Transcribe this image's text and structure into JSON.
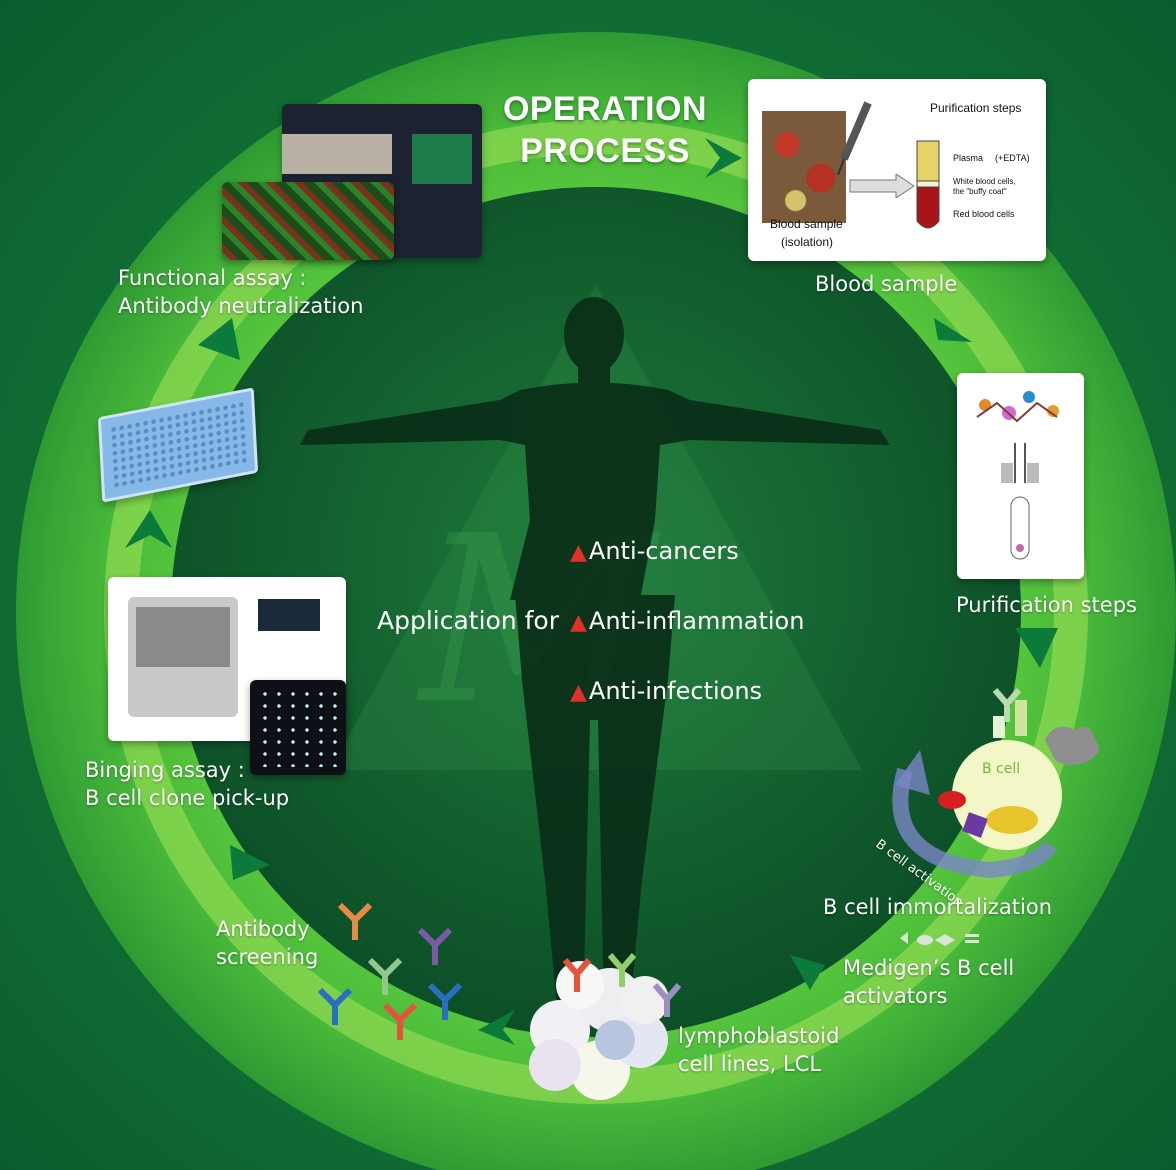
{
  "title": {
    "line1": "OPERATION",
    "line2": "PROCESS"
  },
  "steps": {
    "blood_sample": "Blood sample",
    "purification": "Purification steps",
    "immortalization": "B cell immortalization",
    "activators_line1": "Medigen’s B cell",
    "activators_line2": "activators",
    "lcl_line1": "lymphoblastoid",
    "lcl_line2": "cell lines, LCL",
    "screening_line1": "Antibody",
    "screening_line2": "screening",
    "binding_line1": "Binging assay :",
    "binding_line2": "B cell clone pick-up",
    "functional_line1": "Functional  assay :",
    "functional_line2": "Antibody neutralization"
  },
  "blood_card": {
    "heading": "Purification steps",
    "plasma": "Plasma",
    "edta": "(+EDTA)",
    "wbc_line1": "White blood cells,",
    "wbc_line2": "the \"buffy coat\"",
    "rbc": "Red blood cells",
    "caption_line1": "Blood sample",
    "caption_line2": "(isolation)"
  },
  "bcell": {
    "label": "B cell",
    "activation": "B cell activation"
  },
  "application": {
    "label": "Application for",
    "items": [
      "Anti-cancers",
      "Anti-inflammation",
      "Anti-infections"
    ]
  },
  "colors": {
    "ring": "#4cbf3c",
    "inner": "#0f5a2c",
    "accent_red": "#e0302a",
    "arrow": "#0b7a3a"
  }
}
